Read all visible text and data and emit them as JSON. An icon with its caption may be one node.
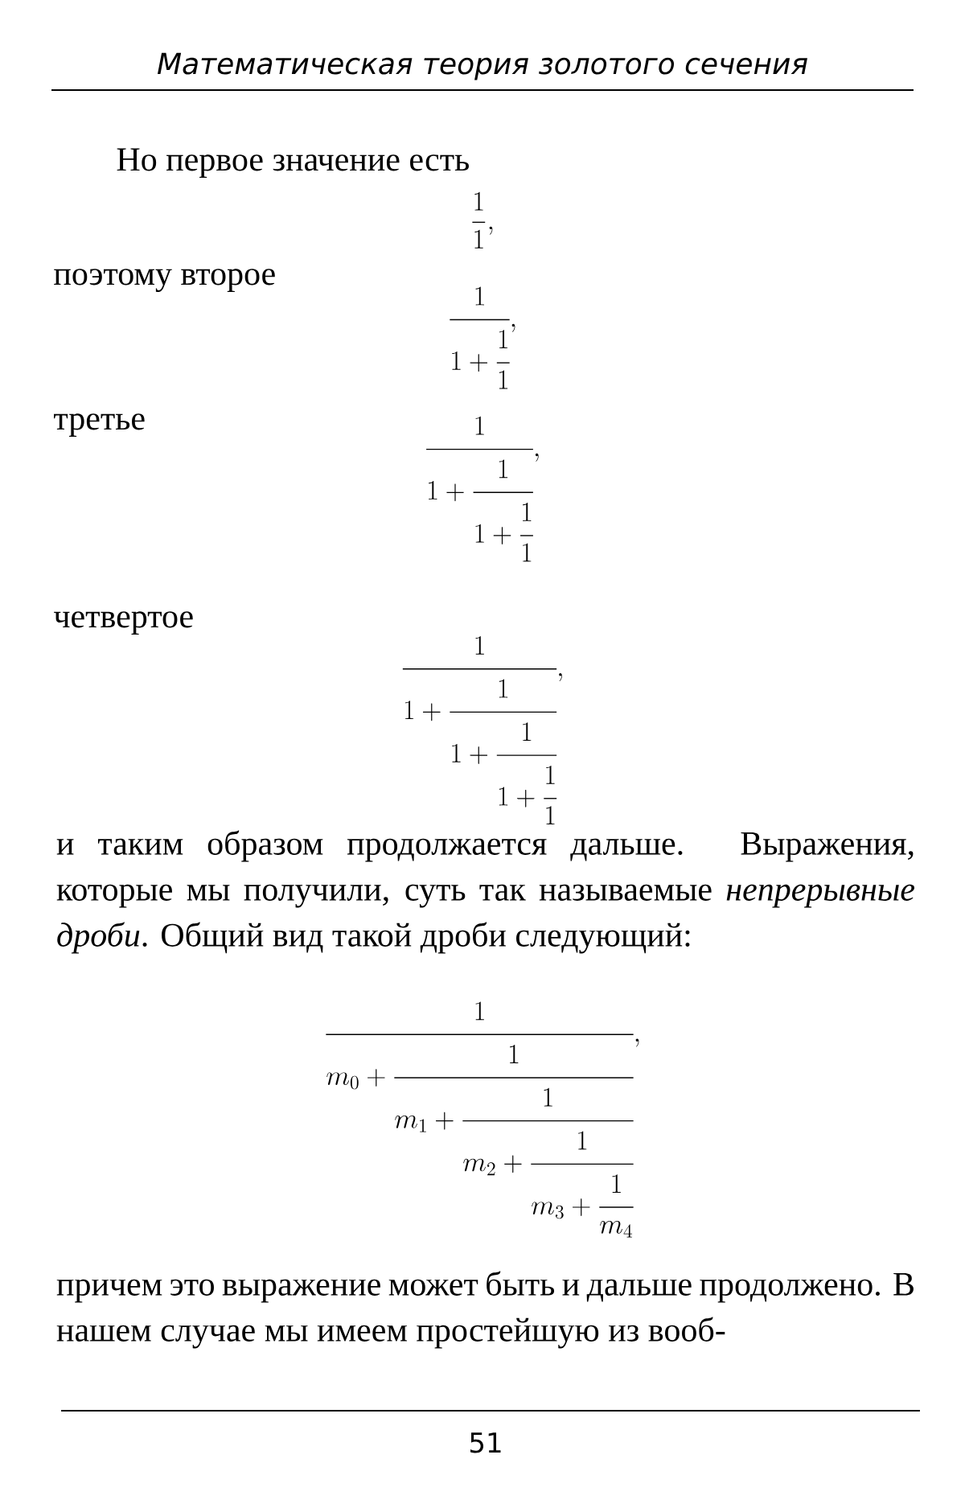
{
  "diagram": {
    "title": "Математическая теория золотого сечения",
    "labels": [
      "Но первое значение есть",
      "\\frac{1}{1},",
      "поэтому второе",
      "\\cfrac{1}{1+\\cfrac{1}{1}},",
      "третье",
      "\\cfrac{1}{1+\\cfrac{1}{1+\\cfrac{1}{1}}},",
      "четвертое",
      "\\cfrac{1}{1+\\cfrac{1}{1+\\cfrac{1}{1+\\cfrac{1}{1}}}},",
      "и таким образом продолжается дальше. Выражения, которые мы получили, суть так называемые *непрерывные дроби*. Общий вид такой дроби следующий:",
      "\\cfrac{1}{m_0+\\cfrac{1}{m_1+\\cfrac{1}{m_2+\\cfrac{1}{m_3+\\cfrac{1}{m_4}}}}},",
      "причем это выражение может быть и дальше продолжено. В нашем случае мы имеем простейшую из вооб-",
      "51"
    ]
  }
}
